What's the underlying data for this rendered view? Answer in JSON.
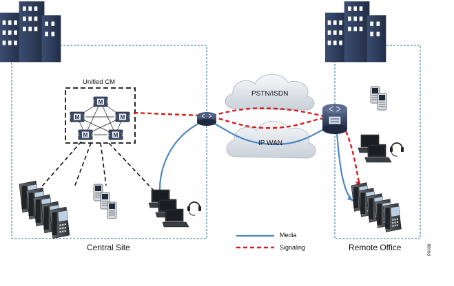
{
  "labels": {
    "unified_cm": "Unified CM",
    "pstn": "PSTN/ISDN",
    "ipwan": "IP WAN",
    "central_site": "Central Site",
    "remote_office": "Remote Office",
    "figure_code": "P0036"
  },
  "legend": [
    {
      "label": "Media",
      "color": "#4a86c5",
      "style": "solid"
    },
    {
      "label": "Signaling",
      "color": "#d41c1c",
      "style": "dashed"
    }
  ],
  "colors": {
    "site_border": "#2a6f80",
    "building": "#2f3e5c",
    "cloud": "#e4e8ec",
    "router": "#2c3a55"
  },
  "icons": {
    "cluster_server": "callmanager-server-icon",
    "router": "router-icon",
    "ip_phone": "ip-phone-icon",
    "wireless_phone": "wireless-phone-icon",
    "softphone": "laptop-headset-icon",
    "building": "building-icon"
  }
}
